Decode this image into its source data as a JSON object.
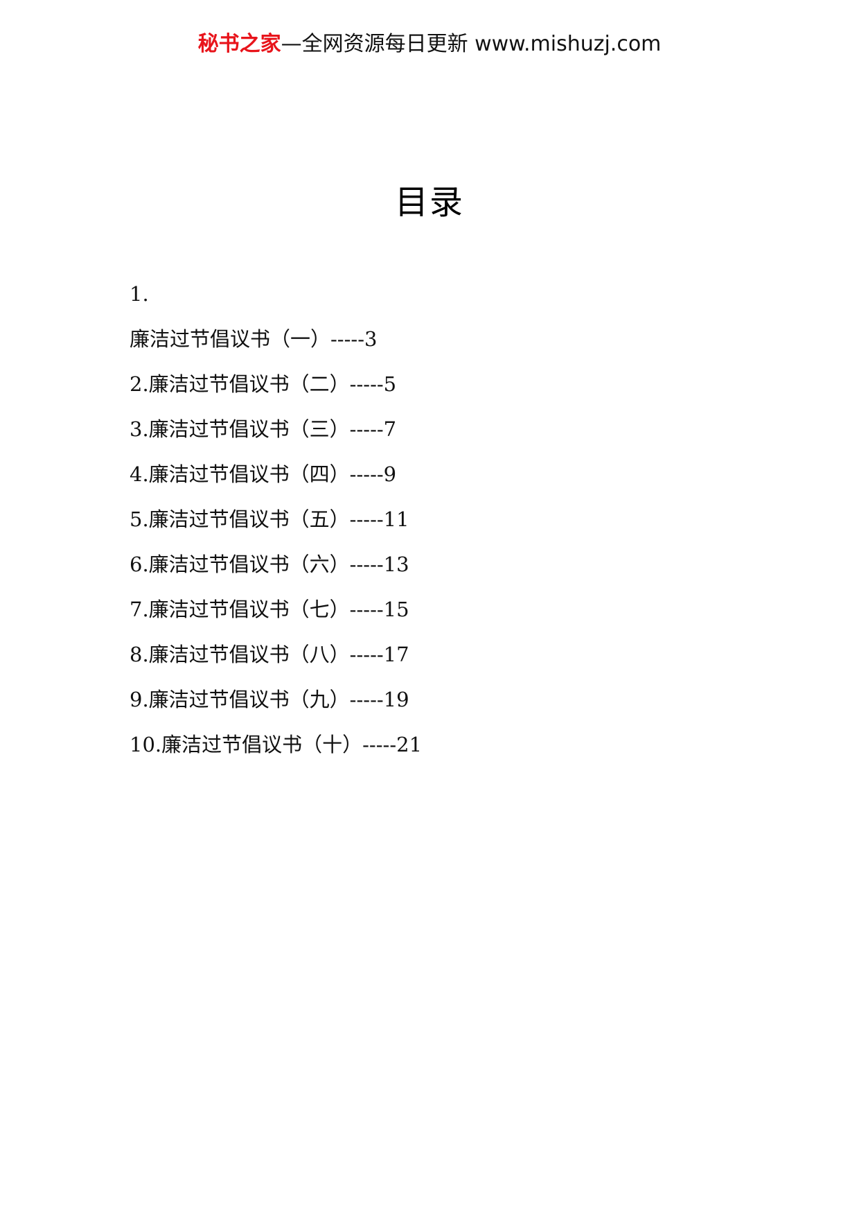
{
  "header": {
    "brand": "秘书之家",
    "tagline": "—全网资源每日更新 www.mishuzj.com"
  },
  "document": {
    "title": "目录",
    "toc_lines": [
      "1.",
      "廉洁过节倡议书（一）-----3",
      "2.廉洁过节倡议书（二）-----5",
      "3.廉洁过节倡议书（三）-----7",
      "4.廉洁过节倡议书（四）-----9",
      "5.廉洁过节倡议书（五）-----11",
      "6.廉洁过节倡议书（六）-----13",
      "7.廉洁过节倡议书（七）-----15",
      "8.廉洁过节倡议书（八）-----17",
      "9.廉洁过节倡议书（九）-----19",
      "10.廉洁过节倡议书（十）-----21"
    ]
  },
  "colors": {
    "brand": "#e8141b",
    "text": "#111111",
    "background": "#ffffff"
  }
}
